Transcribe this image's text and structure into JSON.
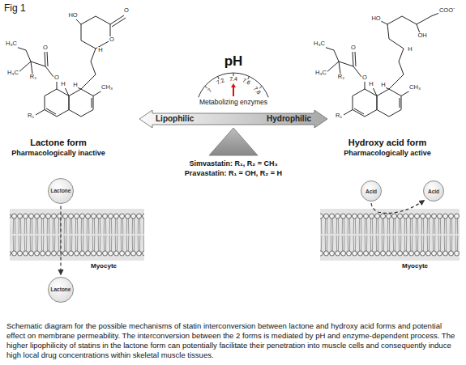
{
  "diagram": {
    "title": "Fig 1",
    "caption": "Schematic diagram for the possible mechanisms of statin interconversion between lactone and hydroxy acid forms and potential effect on membrane permeability. The interconversion between the 2 forms is mediated by pH and enzyme-dependent process. The higher lipophilicity of statins in the lactone form can potentially facilitate their penetration into muscle cells and consequently induce high local drug concentrations within skeletal muscle tissues.",
    "nodes": [
      {
        "text": [
          "Lipophilic",
          "Hydrophilic"
        ]
      },
      {
        "text": [
          "Lactone"
        ]
      },
      {
        "text": [
          "Acid"
        ]
      },
      {
        "text": [
          "Acid"
        ]
      },
      {
        "text": [
          "Lactone"
        ]
      }
    ],
    "edges": [
      {
        "from": 1,
        "to": 4,
        "arrow": "to"
      },
      {
        "from": 2,
        "to": 3,
        "arrow": "to"
      }
    ],
    "labels": [
      "HO",
      "O",
      "O",
      "H",
      "O",
      "H₃C",
      "H₃C",
      "R₂",
      "O",
      "H",
      "H",
      "CH₃",
      "R₁",
      "HO",
      "COO⁻",
      "OH",
      "H",
      "O",
      "H₃C",
      "H₃C",
      "R₂",
      "O",
      "H",
      "H",
      "CH₃",
      "R₁",
      "pH",
      "7",
      "7.2",
      "7.4",
      "7.6",
      "7.8",
      "Metabolizing enzymes",
      "Simvastatin: R₁, R₂ = CH₃",
      "Pravastatin: R₁ = OH, R₂ = H",
      "Lactone form",
      "Pharmacologically inactive",
      "Hydroxy acid form",
      "Pharmacologically active",
      "Myocyte",
      "Myocyte"
    ]
  }
}
